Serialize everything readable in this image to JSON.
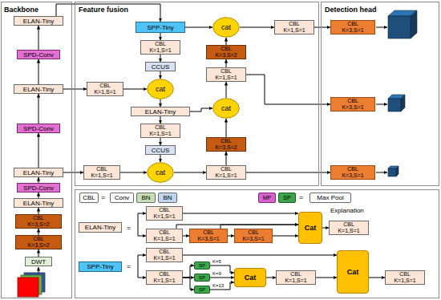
{
  "diagram": {
    "nodes": [
      {
        "text": [
          "Backbone"
        ]
      },
      {
        "text": [
          "Feature fusion"
        ]
      },
      {
        "text": [
          "Detection head"
        ]
      },
      {
        "text": [
          "Explanation"
        ]
      },
      {
        "text": [
          "ELAN-Tiny"
        ],
        "in": 0
      },
      {
        "text": [
          "SPD-Conv"
        ],
        "in": 0
      },
      {
        "text": [
          "ELAN-Tiny"
        ],
        "in": 0
      },
      {
        "text": [
          "SPD-Conv"
        ],
        "in": 0
      },
      {
        "text": [
          "ELAN-Tiny"
        ],
        "in": 0
      },
      {
        "text": [
          "SPD-Conv"
        ],
        "in": 0
      },
      {
        "text": [
          "ELAN-Tiny"
        ],
        "in": 0
      },
      {
        "text": [
          "CBL K=3,S=2"
        ],
        "in": 0
      },
      {
        "text": [
          "CBL K=3,S=2"
        ],
        "in": 0
      },
      {
        "text": [
          "DWT"
        ],
        "in": 0
      },
      {
        "text": [
          "SPP-Tiny"
        ],
        "in": 1
      },
      {
        "text": [
          "cat"
        ],
        "in": 1
      },
      {
        "text": [
          "CBL K=1,S=1"
        ],
        "in": 1
      },
      {
        "text": [
          "CBL K=1,S=1"
        ],
        "in": 1
      },
      {
        "text": [
          "CBL K=3,S=2"
        ],
        "in": 1
      },
      {
        "text": [
          "CCUS"
        ],
        "in": 1
      },
      {
        "text": [
          "CBL K=1,S=1"
        ],
        "in": 1
      },
      {
        "text": [
          "CBL K=1,S=1"
        ],
        "in": 1
      },
      {
        "text": [
          "cat"
        ],
        "in": 1
      },
      {
        "text": [
          "cat"
        ],
        "in": 1
      },
      {
        "text": [
          "ELAN-Tiny"
        ],
        "in": 1
      },
      {
        "text": [
          "CBL K=1,S=1"
        ],
        "in": 1
      },
      {
        "text": [
          "CBL K=3,S=2"
        ],
        "in": 1
      },
      {
        "text": [
          "CCUS"
        ],
        "in": 1
      },
      {
        "text": [
          "CBL K=1,S=1"
        ],
        "in": 1
      },
      {
        "text": [
          "cat"
        ],
        "in": 1
      },
      {
        "text": [
          "CBL K=1,S=1"
        ],
        "in": 1
      },
      {
        "text": [
          "CBL K=3,S=1"
        ],
        "in": 2
      },
      {
        "text": [
          "CBL K=3,S=1"
        ],
        "in": 2
      },
      {
        "text": [
          "CBL K=3,S=1"
        ],
        "in": 2
      },
      {
        "text": [
          "CBL"
        ],
        "in": 3
      },
      {
        "text": [
          "Conv"
        ],
        "in": 3
      },
      {
        "text": [
          "BN"
        ],
        "in": 3
      },
      {
        "text": [
          "BN"
        ],
        "in": 3
      },
      {
        "text": [
          "MP"
        ],
        "in": 3
      },
      {
        "text": [
          "SP"
        ],
        "in": 3
      },
      {
        "text": [
          "Max Pool"
        ],
        "in": 3
      },
      {
        "text": [
          "ELAN-Tiny"
        ],
        "in": 3
      },
      {
        "text": [
          "CBL K=1,S=1"
        ],
        "in": 3
      },
      {
        "text": [
          "Cat"
        ],
        "in": 3
      },
      {
        "text": [
          "CBL K=1,S=1"
        ],
        "in": 3
      },
      {
        "text": [
          "CBL K=1,S=1"
        ],
        "in": 3
      },
      {
        "text": [
          "CBL K=3,S=1"
        ],
        "in": 3
      },
      {
        "text": [
          "CBL K=3,S=1"
        ],
        "in": 3
      },
      {
        "text": [
          "SPP-Tiny"
        ],
        "in": 3
      },
      {
        "text": [
          "CBL K=1,S=1"
        ],
        "in": 3
      },
      {
        "text": [
          "Cat"
        ],
        "in": 3
      },
      {
        "text": [
          "SP"
        ],
        "in": 3
      },
      {
        "text": [
          "SP"
        ],
        "in": 3
      },
      {
        "text": [
          "SP"
        ],
        "in": 3
      },
      {
        "text": [
          "Cat"
        ],
        "in": 3
      },
      {
        "text": [
          "CBL K=1,S=1"
        ],
        "in": 3
      },
      {
        "text": [
          "CBL K=1,S=1"
        ],
        "in": 3
      },
      {
        "text": [
          "CBL K=1,S=1"
        ],
        "in": 3
      }
    ],
    "edges": [
      {
        "from": 13,
        "to": 12,
        "arrow": "to"
      },
      {
        "from": 12,
        "to": 11,
        "arrow": "to"
      },
      {
        "from": 11,
        "to": 10,
        "arrow": "to"
      },
      {
        "from": 10,
        "to": 9,
        "arrow": "to"
      },
      {
        "from": 9,
        "to": 8,
        "arrow": "to"
      },
      {
        "from": 8,
        "to": 7,
        "arrow": "to"
      },
      {
        "from": 7,
        "to": 6,
        "arrow": "to"
      },
      {
        "from": 6,
        "to": 5,
        "arrow": "to"
      },
      {
        "from": 5,
        "to": 4,
        "arrow": "to"
      },
      {
        "from": 4,
        "to": 14,
        "arrow": "to"
      },
      {
        "from": 14,
        "to": 15,
        "arrow": "to"
      },
      {
        "from": 14,
        "to": 17,
        "arrow": "to"
      },
      {
        "from": 17,
        "to": 19,
        "arrow": "to"
      },
      {
        "from": 19,
        "to": 22,
        "arrow": "to"
      },
      {
        "from": 6,
        "to": 21,
        "arrow": "to"
      },
      {
        "from": 21,
        "to": 22,
        "arrow": "to"
      },
      {
        "from": 22,
        "to": 24,
        "arrow": "to"
      },
      {
        "from": 24,
        "to": 25,
        "arrow": "to"
      },
      {
        "from": 25,
        "to": 27,
        "arrow": "to"
      },
      {
        "from": 27,
        "to": 29,
        "arrow": "to"
      },
      {
        "from": 8,
        "to": 28,
        "arrow": "to"
      },
      {
        "from": 28,
        "to": 29,
        "arrow": "to"
      },
      {
        "from": 29,
        "to": 30,
        "arrow": "to"
      },
      {
        "from": 30,
        "to": 26,
        "arrow": "to"
      },
      {
        "from": 26,
        "to": 23,
        "arrow": "to"
      },
      {
        "from": 23,
        "to": 20,
        "arrow": "to"
      },
      {
        "from": 20,
        "to": 18,
        "arrow": "to"
      },
      {
        "from": 18,
        "to": 15,
        "arrow": "to"
      },
      {
        "from": 24,
        "to": 23,
        "arrow": "to"
      },
      {
        "from": 15,
        "to": 16,
        "arrow": "to"
      },
      {
        "from": 16,
        "to": 31,
        "arrow": "to"
      },
      {
        "from": 20,
        "to": 32,
        "arrow": "to"
      },
      {
        "from": 30,
        "to": 33,
        "arrow": "to"
      },
      {
        "from": 42,
        "to": 43,
        "arrow": "to"
      },
      {
        "from": 45,
        "to": 43,
        "arrow": "to"
      },
      {
        "from": 46,
        "to": 43,
        "arrow": "to"
      },
      {
        "from": 47,
        "to": 43,
        "arrow": "to"
      },
      {
        "from": 45,
        "to": 46,
        "arrow": "to"
      },
      {
        "from": 46,
        "to": 47,
        "arrow": "to"
      },
      {
        "from": 43,
        "to": 44,
        "arrow": "to"
      },
      {
        "from": 56,
        "to": 51,
        "arrow": "to"
      },
      {
        "from": 56,
        "to": 52,
        "arrow": "to"
      },
      {
        "from": 56,
        "to": 53,
        "arrow": "to"
      },
      {
        "from": 51,
        "to": 54,
        "arrow": "to",
        "label": "K=5"
      },
      {
        "from": 52,
        "to": 54,
        "arrow": "to",
        "label": "K=9"
      },
      {
        "from": 53,
        "to": 54,
        "arrow": "to",
        "label": "K=13"
      },
      {
        "from": 54,
        "to": 55,
        "arrow": "to"
      },
      {
        "from": 55,
        "to": 50,
        "arrow": "to"
      },
      {
        "from": 49,
        "to": 50,
        "arrow": "to"
      },
      {
        "from": 50,
        "to": 57,
        "arrow": "to"
      }
    ],
    "labels": [
      "=",
      "=",
      "=",
      "="
    ]
  }
}
